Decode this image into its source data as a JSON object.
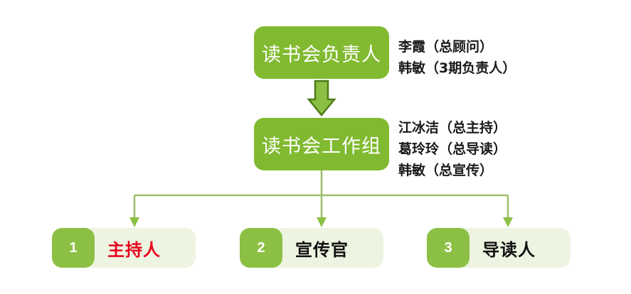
{
  "diagram": {
    "title_nodes": [
      {
        "id": "leader",
        "label": "读书会负责人",
        "annotation": [
          "李霞（总顾问）",
          "韩敏（3期负责人）"
        ]
      },
      {
        "id": "workgroup",
        "label": "读书会工作组",
        "annotation": [
          "江冰洁（总主持）",
          "葛玲玲（总导读）",
          "韩敏（总宣传）"
        ]
      }
    ],
    "roles": [
      {
        "number": "1",
        "label": "主持人",
        "highlight": true
      },
      {
        "number": "2",
        "label": "宣传官",
        "highlight": false
      },
      {
        "number": "3",
        "label": "导读人",
        "highlight": false
      }
    ],
    "colors": {
      "box_green": "#81BA30",
      "badge_green": "#8CC044",
      "pill_background": "#EDF4E1",
      "connector_green": "#9CBF6A",
      "arrow_fill": "#8CC044",
      "arrow_stroke": "#4F7A16",
      "highlight_red": "#E8001C",
      "text_dark": "#1a1a1a"
    }
  }
}
